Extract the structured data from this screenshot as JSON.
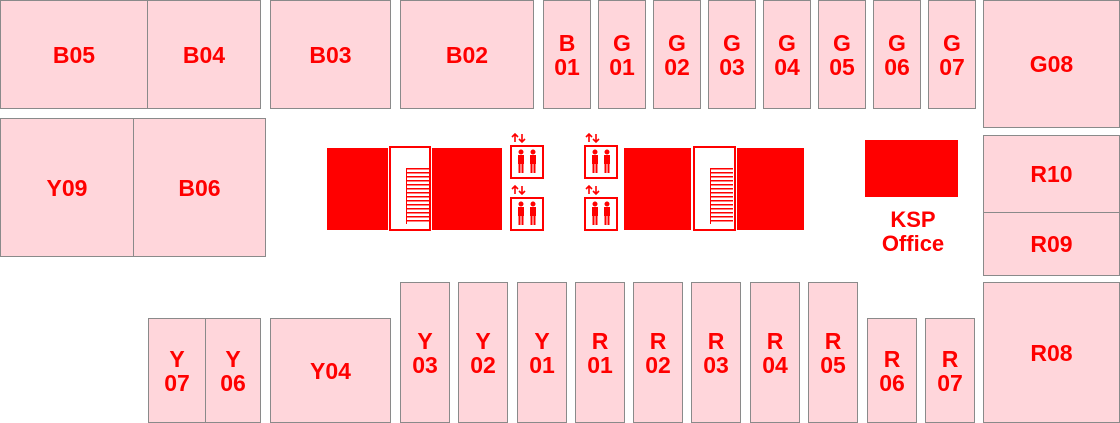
{
  "colors": {
    "booth_fill": "#ffd6db",
    "booth_text": "#ff0000",
    "facility": "#ff0000",
    "border": "#8a8a8a"
  },
  "icons": {
    "stairs": "stairs-icon",
    "elevator": "elevator-icon"
  },
  "booths": {
    "B05": "B05",
    "B04": "B04",
    "B03": "B03",
    "B02": "B02",
    "B01": "B\n01",
    "G01": "G\n01",
    "G02": "G\n02",
    "G03": "G\n03",
    "G04": "G\n04",
    "G05": "G\n05",
    "G06": "G\n06",
    "G07": "G\n07",
    "G08": "G08",
    "Y09": "Y09",
    "B06": "B06",
    "R10": "R10",
    "R09": "R09",
    "Y07": "Y\n07",
    "Y06": "Y\n06",
    "Y04": "Y04",
    "Y03": "Y\n03",
    "Y02": "Y\n02",
    "Y01": "Y\n01",
    "R01": "R\n01",
    "R02": "R\n02",
    "R03": "R\n03",
    "R04": "R\n04",
    "R05": "R\n05",
    "R06": "R\n06",
    "R07": "R\n07",
    "R08": "R08"
  },
  "office": {
    "label": "KSP\nOffice"
  }
}
